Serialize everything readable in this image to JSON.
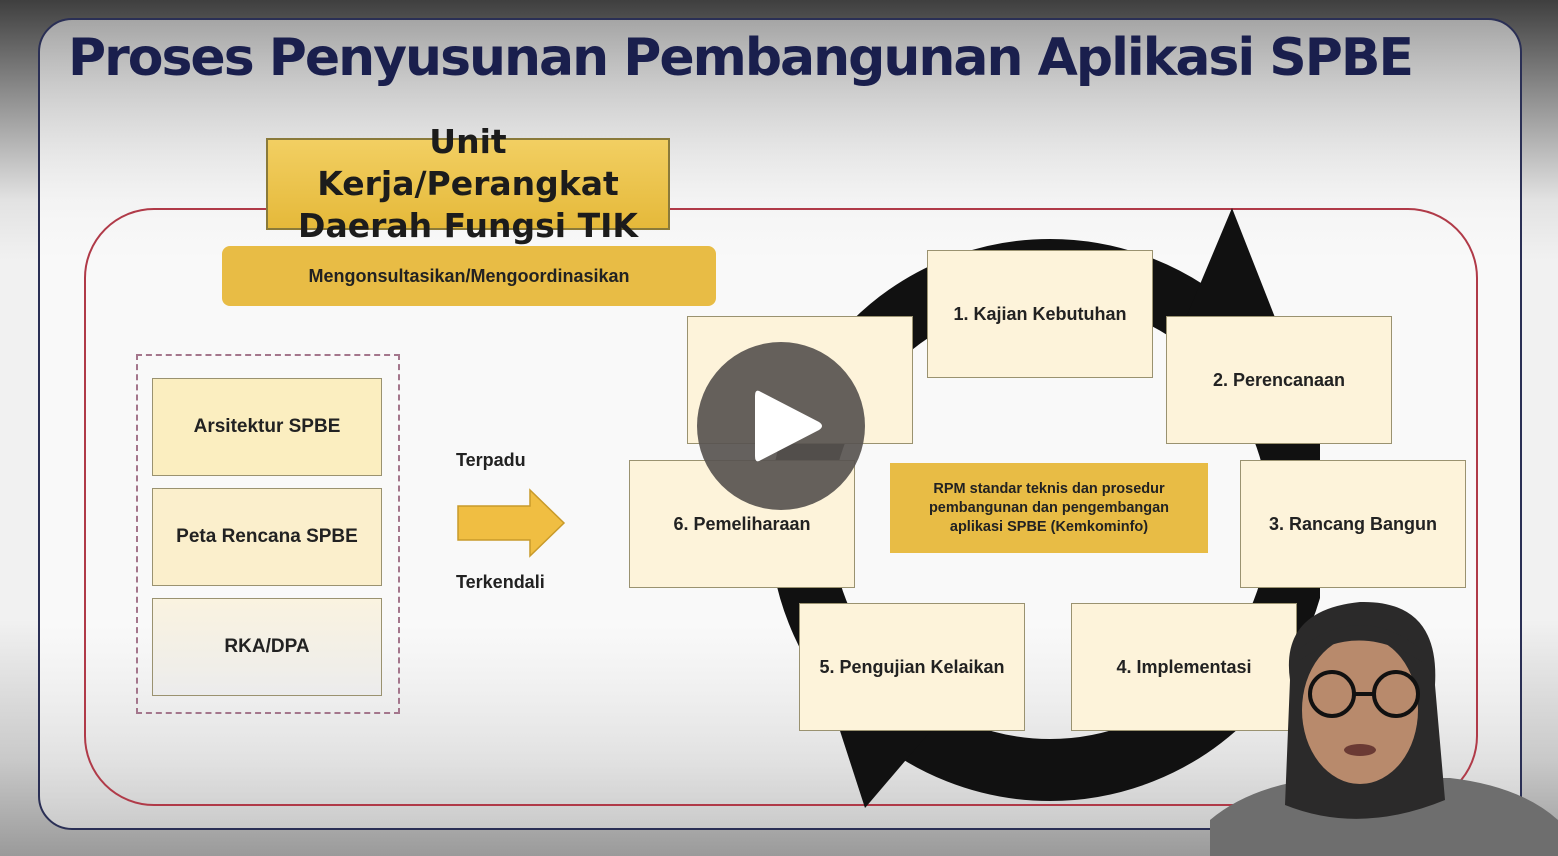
{
  "slide": {
    "title": "Proses Penyusunan Pembangunan Aplikasi SPBE",
    "unit_box": "Unit Kerja/Perangkat Daerah Fungsi TIK",
    "consult_label": "Mengonsultasikan/Mengoordinasikan",
    "left_cards": [
      "Arsitektur SPBE",
      "Peta Rencana SPBE",
      "RKA/DPA"
    ],
    "arrow_top_label": "Terpadu",
    "arrow_bottom_label": "Terkendali",
    "steps": [
      "1. Kajian Kebutuhan",
      "2. Perencanaan",
      "3. Rancang Bangun",
      "4. Implementasi",
      "5. Pengujian Kelaikan",
      "6. Pemeliharaan"
    ],
    "center_note": "RPM standar teknis dan prosedur pembangunan dan pengembangan aplikasi SPBE (Kemkominfo)"
  },
  "player": {
    "play_icon": "play-icon"
  },
  "colors": {
    "title": "#1a1f4d",
    "gold": "#e8bc45",
    "card": "#fdf3da",
    "frame": "#b03a48"
  }
}
